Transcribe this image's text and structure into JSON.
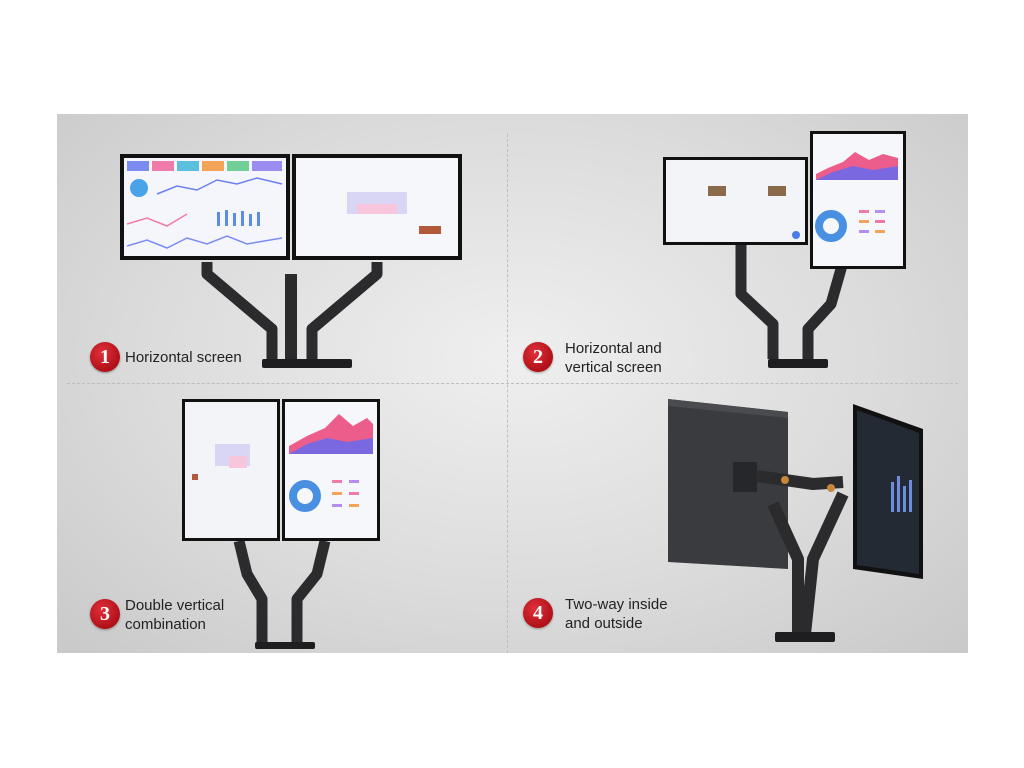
{
  "colors": {
    "badge": "#c8141e",
    "panel": "#dcdcdc",
    "arm": "#2a2a2c"
  },
  "scenes": [
    {
      "number": "1",
      "label": "Horizontal screen"
    },
    {
      "number": "2",
      "label": "Horizontal and\nvertical screen"
    },
    {
      "number": "3",
      "label": "Double vertical\n combination"
    },
    {
      "number": "4",
      "label": "Two-way inside\n and outside"
    }
  ]
}
